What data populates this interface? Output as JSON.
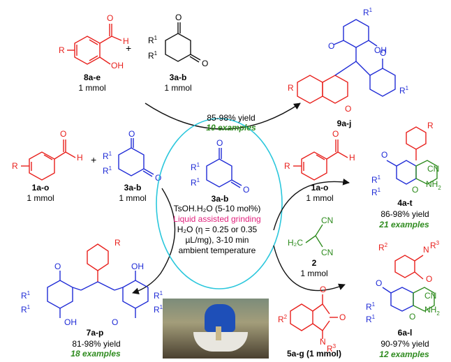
{
  "colors": {
    "red": "#e8201c",
    "blue": "#1f2bd6",
    "green": "#2e8b1e",
    "cyan": "#2bc7dc",
    "pink": "#e0227d",
    "black": "#111111"
  },
  "top": {
    "reactant1": {
      "id": "8a-e",
      "amount": "1 mmol"
    },
    "reactant2": {
      "id": "3a-b",
      "amount": "1 mmol"
    },
    "plus": "+",
    "conditions_yield": "85-98% yield",
    "conditions_examples": "10 examples",
    "product": {
      "id": "9a-j"
    }
  },
  "left": {
    "reactant1": {
      "id": "1a-o",
      "amount": "1 mmol"
    },
    "reactant2": {
      "id": "3a-b",
      "amount": "1 mmol"
    },
    "plus": "+",
    "product": {
      "id": "7a-p",
      "yield": "81-98% yield",
      "examples": "18 examples"
    }
  },
  "center": {
    "id": "3a-b",
    "catalyst": "TsOH.H₂O (5-10 mol%)",
    "method": "Liquid assisted grinding",
    "solvent_line1": "H₂O (η = 0.25 or 0.35",
    "solvent_line2": "µL/mg), 3-10 min",
    "temp": "ambient temperature"
  },
  "right": {
    "reactant1": {
      "id": "1a-o",
      "amount": "1 mmol"
    },
    "reactant2": {
      "id": "2",
      "amount": "1 mmol"
    },
    "reactant3": {
      "id": "5a-g (1 mmol)"
    },
    "product1": {
      "id": "4a-t",
      "yield": "86-98% yield",
      "examples": "21 examples"
    },
    "product2": {
      "id": "6a-l",
      "yield": "90-97% yield",
      "examples": "12 examples"
    }
  },
  "atoms": {
    "R": "R",
    "R1": "R",
    "sup1": "1",
    "sup2": "2",
    "sup3": "3",
    "H": "H",
    "OH": "OH",
    "O": "O",
    "N": "N",
    "CN": "CN",
    "NH2": "NH",
    "H2C": "H₂C"
  }
}
